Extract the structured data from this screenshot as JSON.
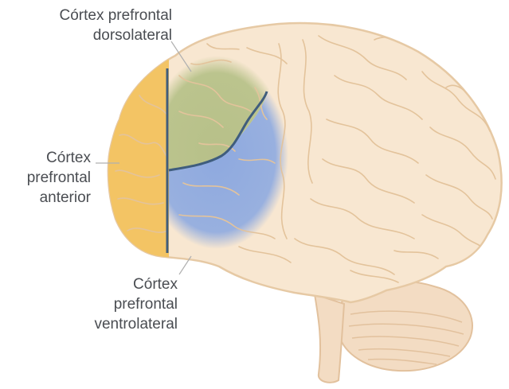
{
  "labels": {
    "dorsolateral": {
      "line1": "Córtex prefrontal",
      "line2": "dorsolateral"
    },
    "anterior": {
      "line1": "Córtex",
      "line2": "prefrontal",
      "line3": "anterior"
    },
    "ventrolateral": {
      "line1": "Córtex",
      "line2": "prefrontal",
      "line3": "ventrolateral"
    }
  },
  "colors": {
    "brain_fill": "#f8e7d1",
    "brain_outline": "#e6c9a4",
    "anterior_region": "#f3c464",
    "dorsolateral_region": "#b8c28a",
    "ventrolateral_region": "#93ade0",
    "divider_line": "#3f5d7d",
    "leader_lines": "#b0b0b0",
    "label_text": "#4a4d52"
  }
}
